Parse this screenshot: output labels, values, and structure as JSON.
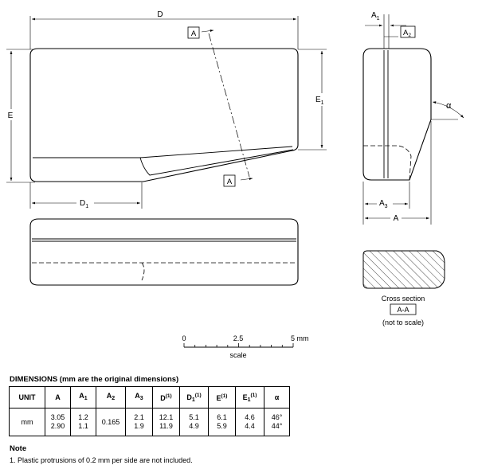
{
  "labels": {
    "D": "D",
    "D1": "D1",
    "E": "E",
    "E1": "E1",
    "A": "A",
    "A1": "A1",
    "A2": "A2",
    "A3": "A3",
    "alpha": "α",
    "section_mark": "A"
  },
  "cross_section": {
    "title": "Cross section",
    "label": "A-A",
    "note": "(not to scale)"
  },
  "scale_bar": {
    "ticks": [
      "0",
      "2.5",
      "5 mm"
    ],
    "caption": "scale"
  },
  "dimensions": {
    "title": "DIMENSIONS (mm are the original dimensions)",
    "headers": [
      "UNIT",
      "A",
      "A1",
      "A2",
      "A3",
      "D(1)",
      "D1(1)",
      "E(1)",
      "E1(1)",
      "α"
    ],
    "row": {
      "unit": "mm",
      "A": [
        "3.05",
        "2.90"
      ],
      "A1": [
        "1.2",
        "1.1"
      ],
      "A2": "0.165",
      "A3": [
        "2.1",
        "1.9"
      ],
      "D": [
        "12.1",
        "11.9"
      ],
      "D1": [
        "5.1",
        "4.9"
      ],
      "E": [
        "6.1",
        "5.9"
      ],
      "E1": [
        "4.6",
        "4.4"
      ],
      "alpha": [
        "46°",
        "44°"
      ]
    }
  },
  "note": {
    "title": "Note",
    "text": "1. Plastic protrusions of 0.2 mm per side are not included."
  }
}
